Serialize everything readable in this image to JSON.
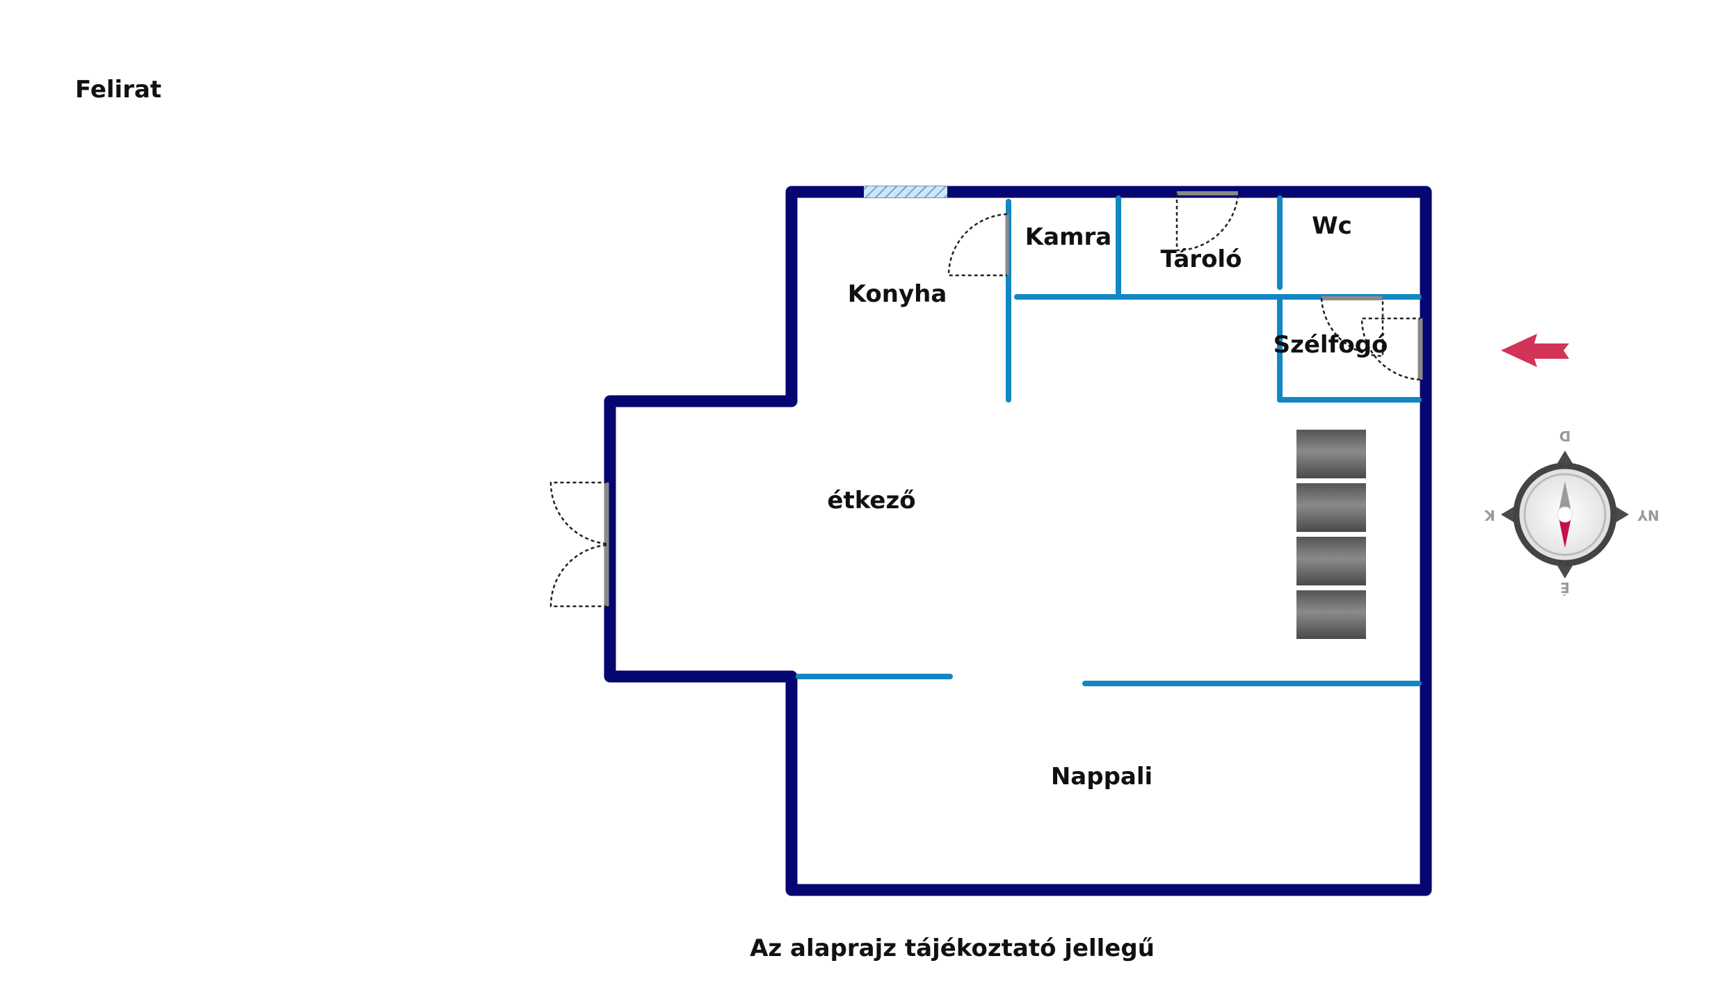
{
  "header": {
    "title": "Felirat"
  },
  "rooms": {
    "konyha": "Konyha",
    "kamra": "Kamra",
    "tarolo": "Tároló",
    "wc": "Wc",
    "szelfogo": "Szélfogó",
    "etkezo": "étkező",
    "nappali": "Nappali"
  },
  "compass": {
    "north": "É",
    "south": "D",
    "east": "K",
    "west": "NY"
  },
  "footer": {
    "note": "Az alaprajz tájékoztató jellegű"
  },
  "colors": {
    "outer_wall": "#060670",
    "inner_wall": "#1386c4",
    "window": "#8ec3e6",
    "door_panel": "#8a8a8a",
    "arrow": "#d23357",
    "compass_needle": "#c4104a"
  }
}
